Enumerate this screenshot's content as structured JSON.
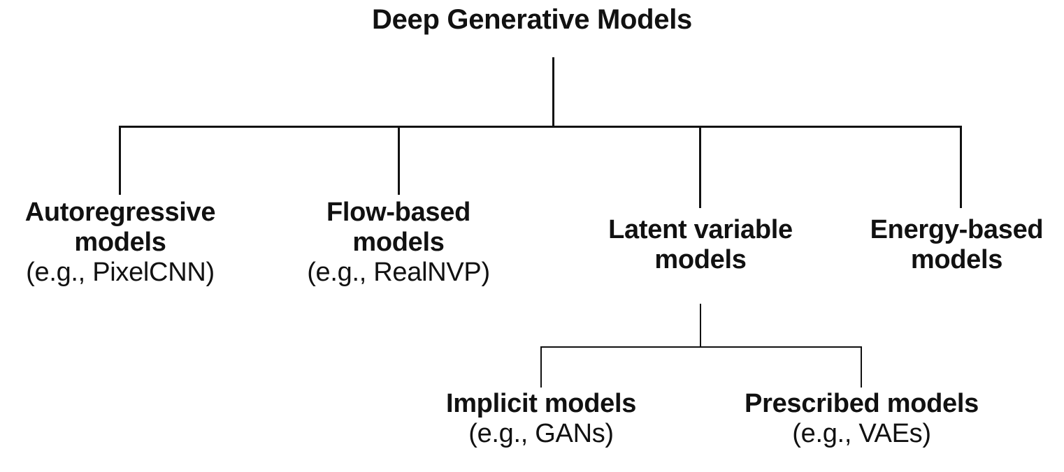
{
  "diagram": {
    "type": "tree",
    "title": "Deep Generative Models",
    "root": {
      "label": "Deep Generative Models"
    },
    "level1": [
      {
        "id": "autoregressive",
        "label_line1": "Autoregressive",
        "label_line2": "models",
        "example": "(e.g., PixelCNN)"
      },
      {
        "id": "flow-based",
        "label_line1": "Flow-based",
        "label_line2": "models",
        "example": "(e.g., RealNVP)"
      },
      {
        "id": "latent-variable",
        "label_line1": "Latent variable",
        "label_line2": "models",
        "example": ""
      },
      {
        "id": "energy-based",
        "label_line1": "Energy-based",
        "label_line2": "models",
        "example": ""
      }
    ],
    "level2": [
      {
        "id": "implicit",
        "parent": "latent-variable",
        "label_line1": "Implicit models",
        "example": "(e.g., GANs)"
      },
      {
        "id": "prescribed",
        "parent": "latent-variable",
        "label_line1": "Prescribed models",
        "example": "(e.g., VAEs)"
      }
    ],
    "colors": {
      "line": "#111111",
      "text": "#111111",
      "background": "#ffffff"
    }
  }
}
